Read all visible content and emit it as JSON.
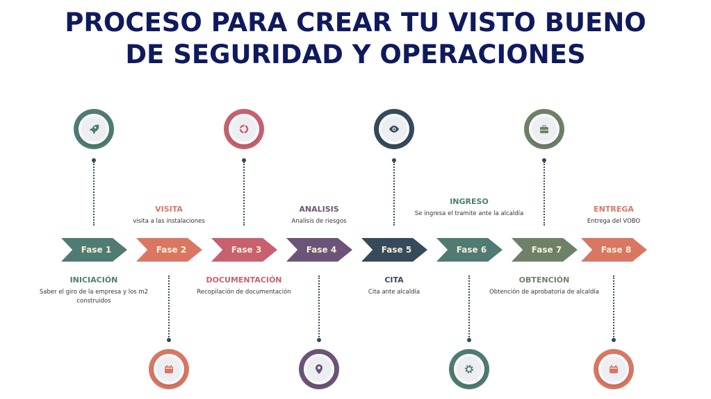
{
  "title_line1": "PROCESO PARA CREAR TU VISTO BUENO",
  "title_line2": "DE SEGURIDAD Y OPERACIONES",
  "phases": [
    {
      "label": "Fase 1",
      "title": "INICIACIÓN",
      "desc": "Saber el giro de la empresa y los m2 construidos",
      "color": "#4f7b72",
      "icon": "rocket-icon",
      "side": "top"
    },
    {
      "label": "Fase 2",
      "title": "VISITA",
      "desc": "visita a las instalaciones",
      "color": "#d97763",
      "icon": "calendar-icon",
      "side": "bottom"
    },
    {
      "label": "Fase 3",
      "title": "DOCUMENTACIÓN",
      "desc": "Recopilación de documentación",
      "color": "#c8606f",
      "icon": "ring-icon",
      "side": "top"
    },
    {
      "label": "Fase 4",
      "title": "ANALISIS",
      "desc": "Analisis de riesgos",
      "color": "#6b5478",
      "icon": "location-pin-icon",
      "side": "bottom"
    },
    {
      "label": "Fase 5",
      "title": "CITA",
      "desc": "Cita ante alcaldía",
      "color": "#354a5b",
      "icon": "eye-icon",
      "side": "top"
    },
    {
      "label": "Fase 6",
      "title": "INGRESO",
      "desc": "Se ingresa el tramite ante la alcaldía",
      "color": "#4f7b72",
      "icon": "gear-icon",
      "side": "bottom"
    },
    {
      "label": "Fase 7",
      "title": "OBTENCIÓN",
      "desc": "Obtención de aprobatoria de alcaldía",
      "color": "#6f8068",
      "icon": "briefcase-icon",
      "side": "top"
    },
    {
      "label": "Fase 8",
      "title": "ENTREGA",
      "desc": "Entrega del VOBO",
      "color": "#d97763",
      "icon": "calendar-icon",
      "side": "bottom"
    }
  ]
}
